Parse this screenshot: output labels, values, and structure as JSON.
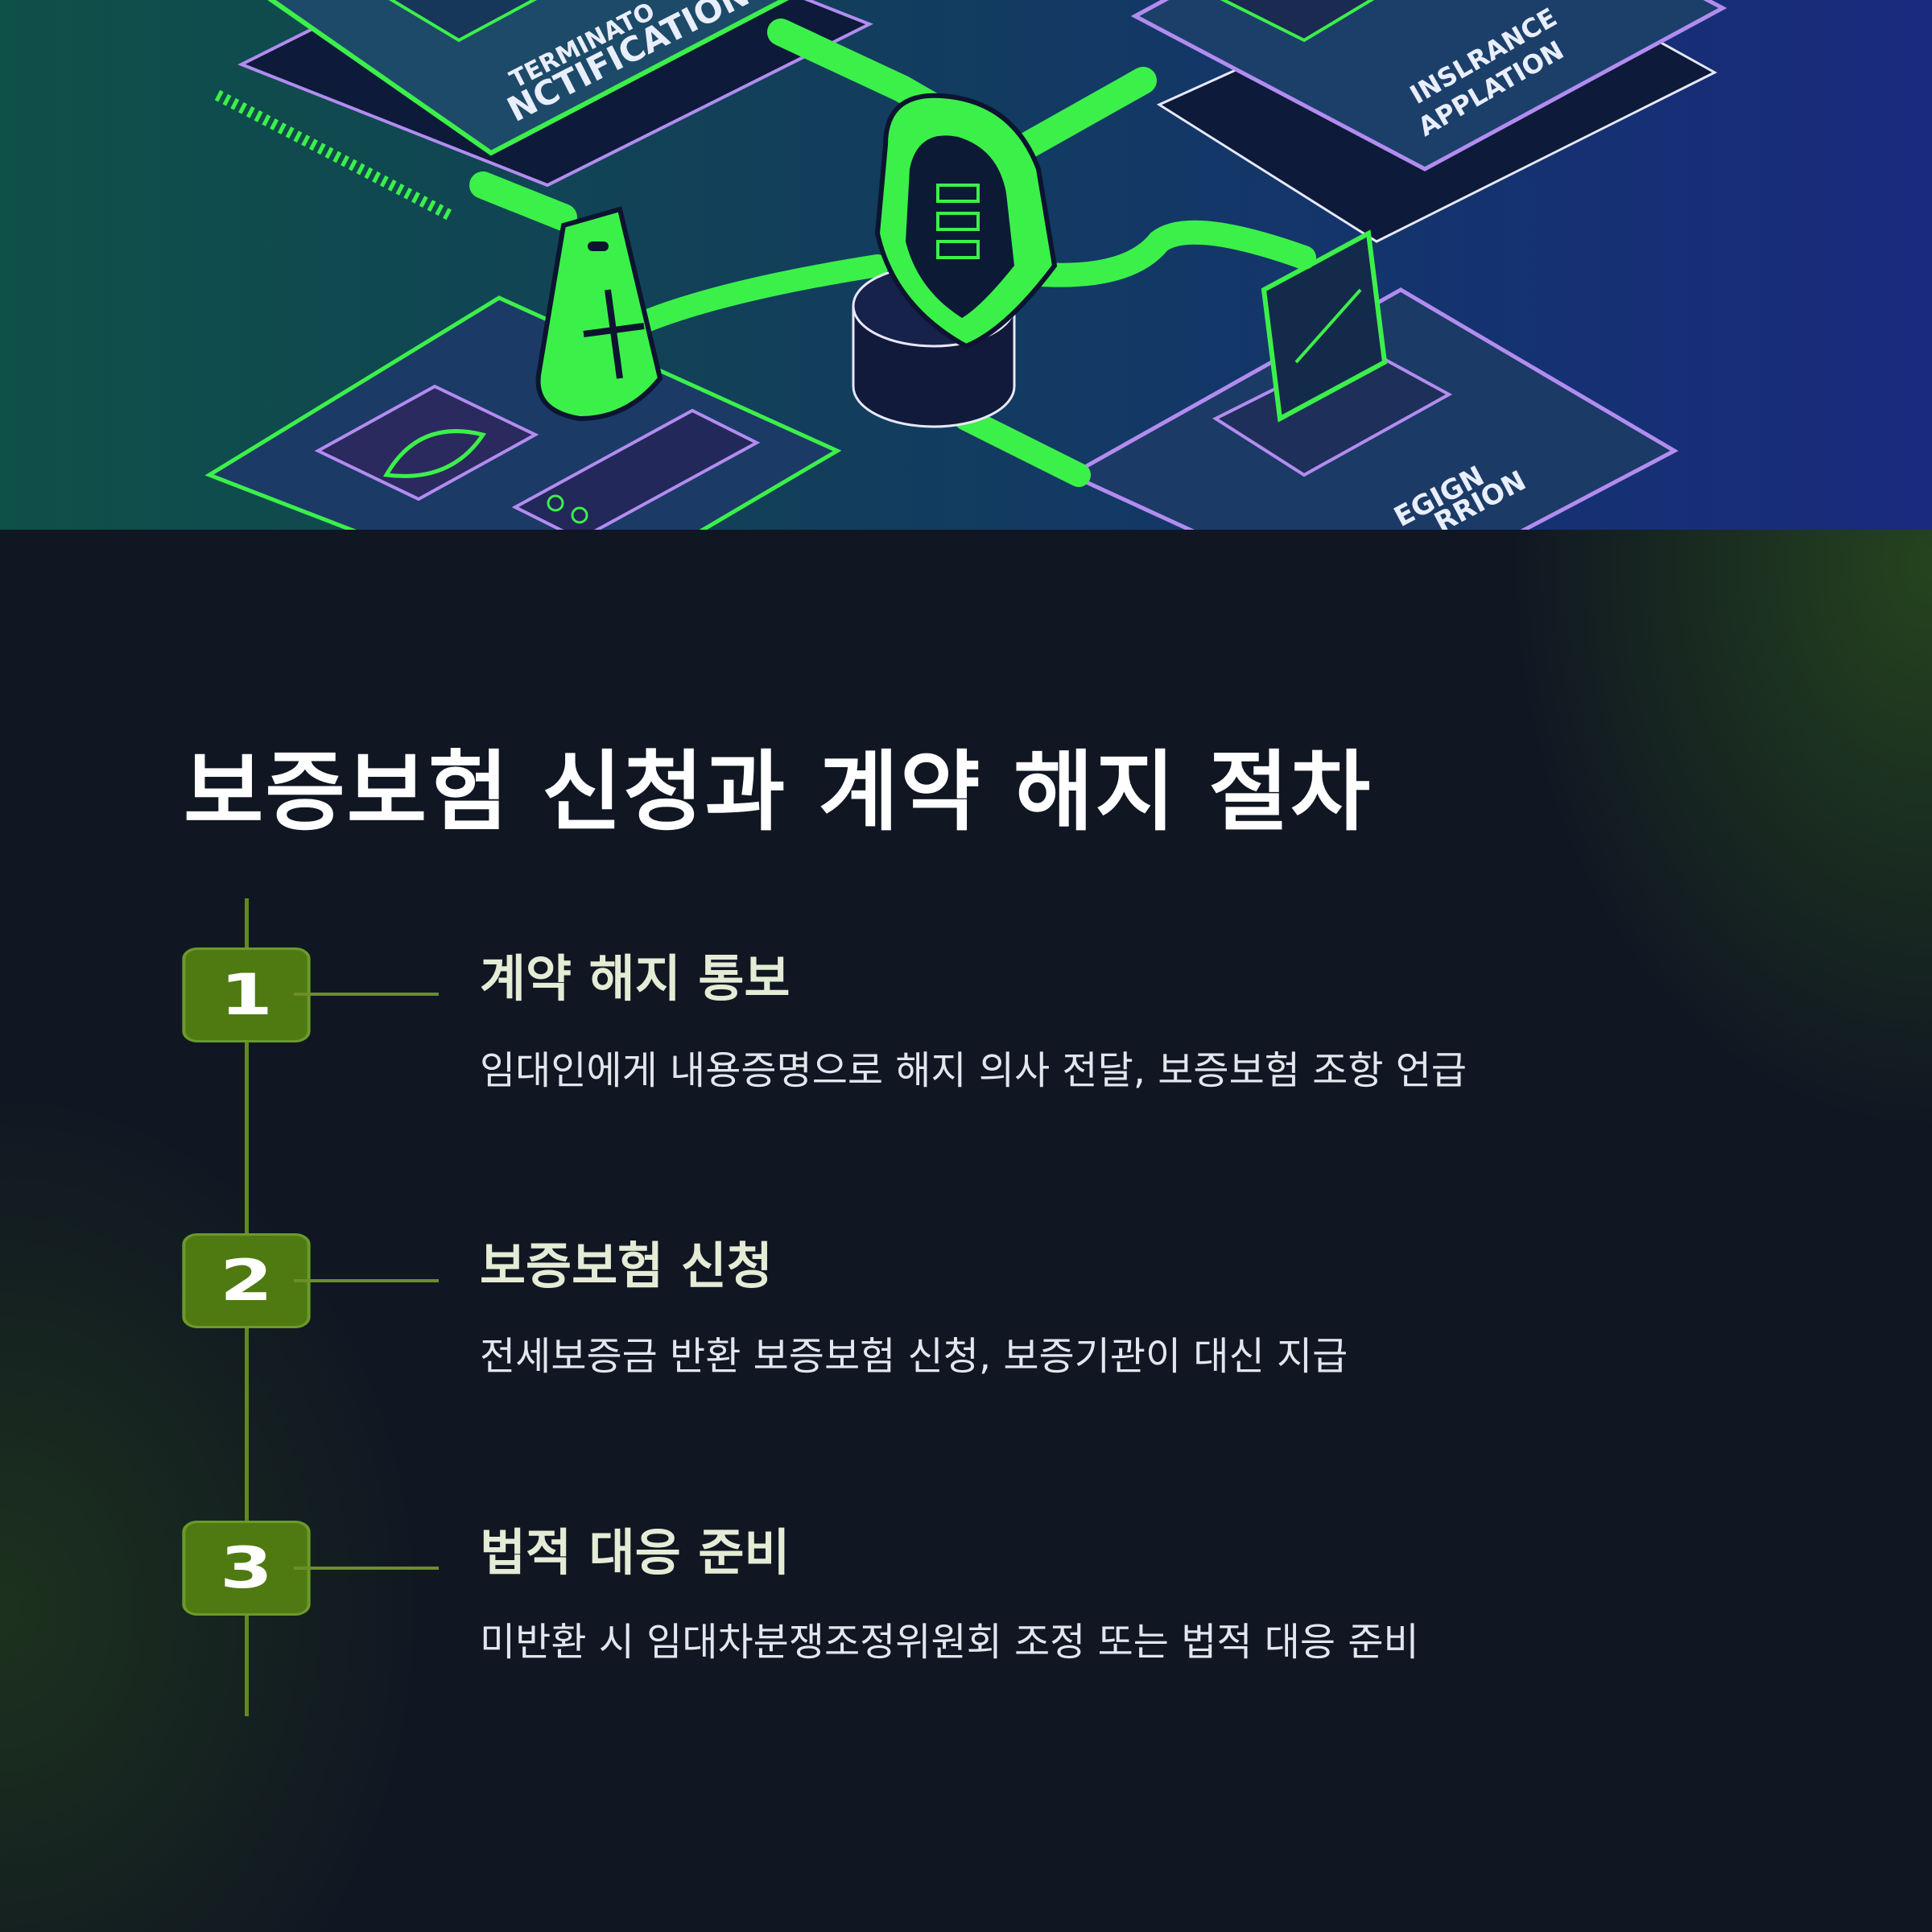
{
  "hero": {
    "labels": {
      "termination_line1": "TERMINATO",
      "termination_line2": "NCTIFICATION",
      "insurance_line1": "INSLRANCE",
      "insurance_line2": "APPLATION",
      "legal_line1": "EGIGN",
      "legal_line2": "RRION"
    }
  },
  "title": "보증보험 신청과 계약 해지 절차",
  "steps": [
    {
      "number": "1",
      "title": "계약 해지 통보",
      "description": "임대인에게 내용증명으로 해지 의사 전달, 보증보험 조항 언급"
    },
    {
      "number": "2",
      "title": "보증보험 신청",
      "description": "전세보증금 반환 보증보험 신청, 보증기관이 대신 지급"
    },
    {
      "number": "3",
      "title": "법적 대응 준비",
      "description": "미반환 시 임대차분쟁조정위원회 조정 또는 법적 대응 준비"
    }
  ],
  "colors": {
    "background": "#101722",
    "accent": "#4f7a12",
    "timeline": "#5f8a1e",
    "neon": "#3cf04a",
    "hero_purple": "#a57cf0"
  }
}
